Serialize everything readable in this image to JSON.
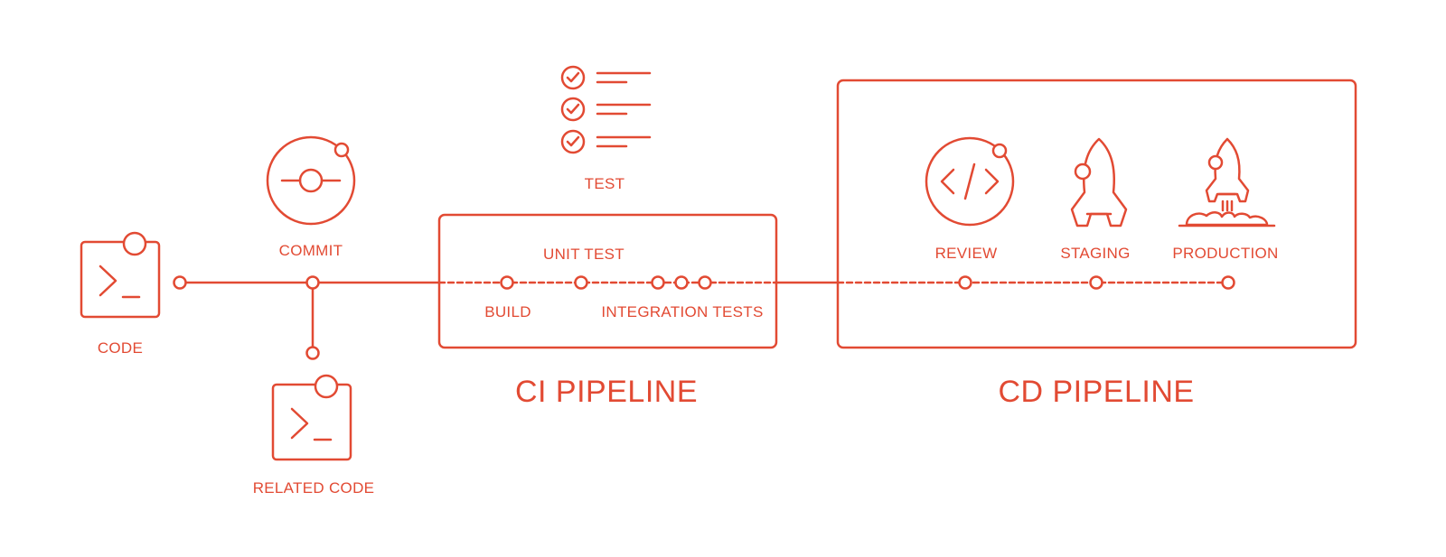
{
  "colors": {
    "accent": "#E24A33",
    "background": "#FFFFFF"
  },
  "labels": {
    "code": "CODE",
    "commit": "COMMIT",
    "related_code": "RELATED CODE",
    "test": "TEST",
    "unit_test": "UNIT TEST",
    "build": "BUILD",
    "integration_tests": "INTEGRATION TESTS",
    "ci_pipeline": "CI PIPELINE",
    "cd_pipeline": "CD PIPELINE",
    "review": "REVIEW",
    "staging": "STAGING",
    "production": "PRODUCTION"
  },
  "icons": {
    "code": "terminal-icon",
    "related_code": "terminal-icon",
    "commit": "commit-icon",
    "test": "checklist-icon",
    "review": "code-review-icon",
    "staging": "rocket-icon",
    "production": "rocket-launch-icon"
  }
}
